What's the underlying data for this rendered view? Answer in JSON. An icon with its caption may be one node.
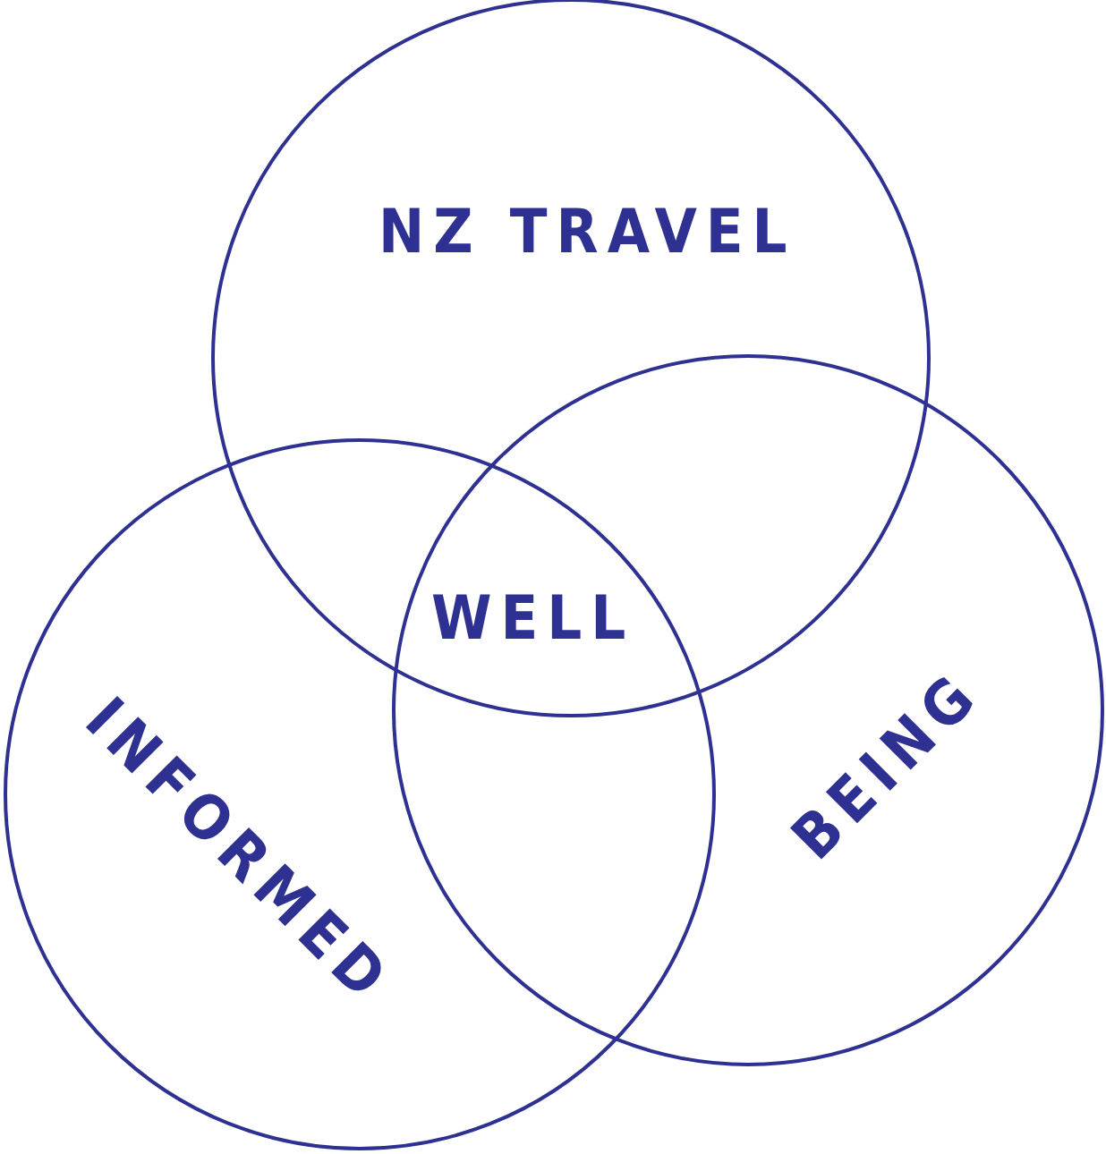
{
  "diagram": {
    "nodes": [
      {
        "text": [
          "NZ TRAVEL"
        ]
      },
      {
        "text": [
          "INFORMED"
        ]
      },
      {
        "text": [
          "BEING"
        ]
      }
    ],
    "labels": [
      "WELL"
    ]
  }
}
